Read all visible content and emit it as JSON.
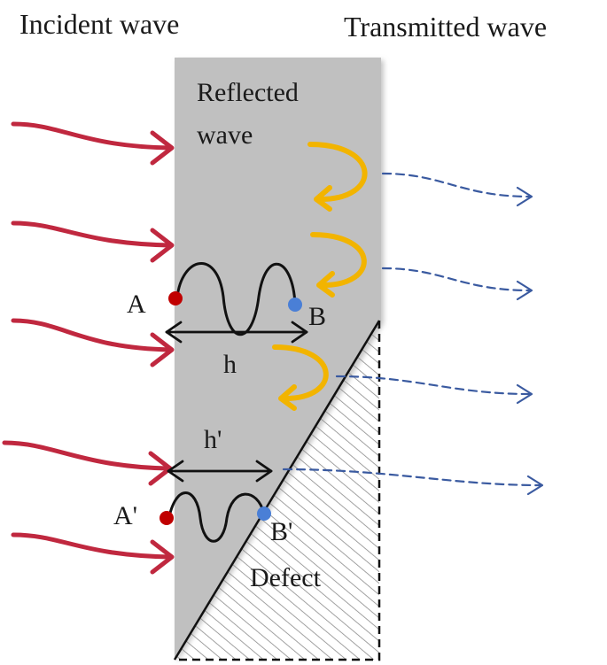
{
  "labels": {
    "incident": "Incident wave",
    "transmitted": "Transmitted wave",
    "reflected_line1": "Reflected",
    "reflected_line2": "wave",
    "point_a": "A",
    "point_b": "B",
    "point_a_prime": "A'",
    "point_b_prime": "B'",
    "thickness": "h",
    "thickness_prime": "h'",
    "defect": "Defect"
  },
  "colors": {
    "plate": "#c0c0c0",
    "incident_arrow": "#c0283f",
    "reflected_arrow": "#f2b400",
    "transmitted_arrow": "#3a5aa0",
    "point_a": "#c00000",
    "point_b": "#4a7fd6",
    "hatch": "#7a7a7a"
  }
}
